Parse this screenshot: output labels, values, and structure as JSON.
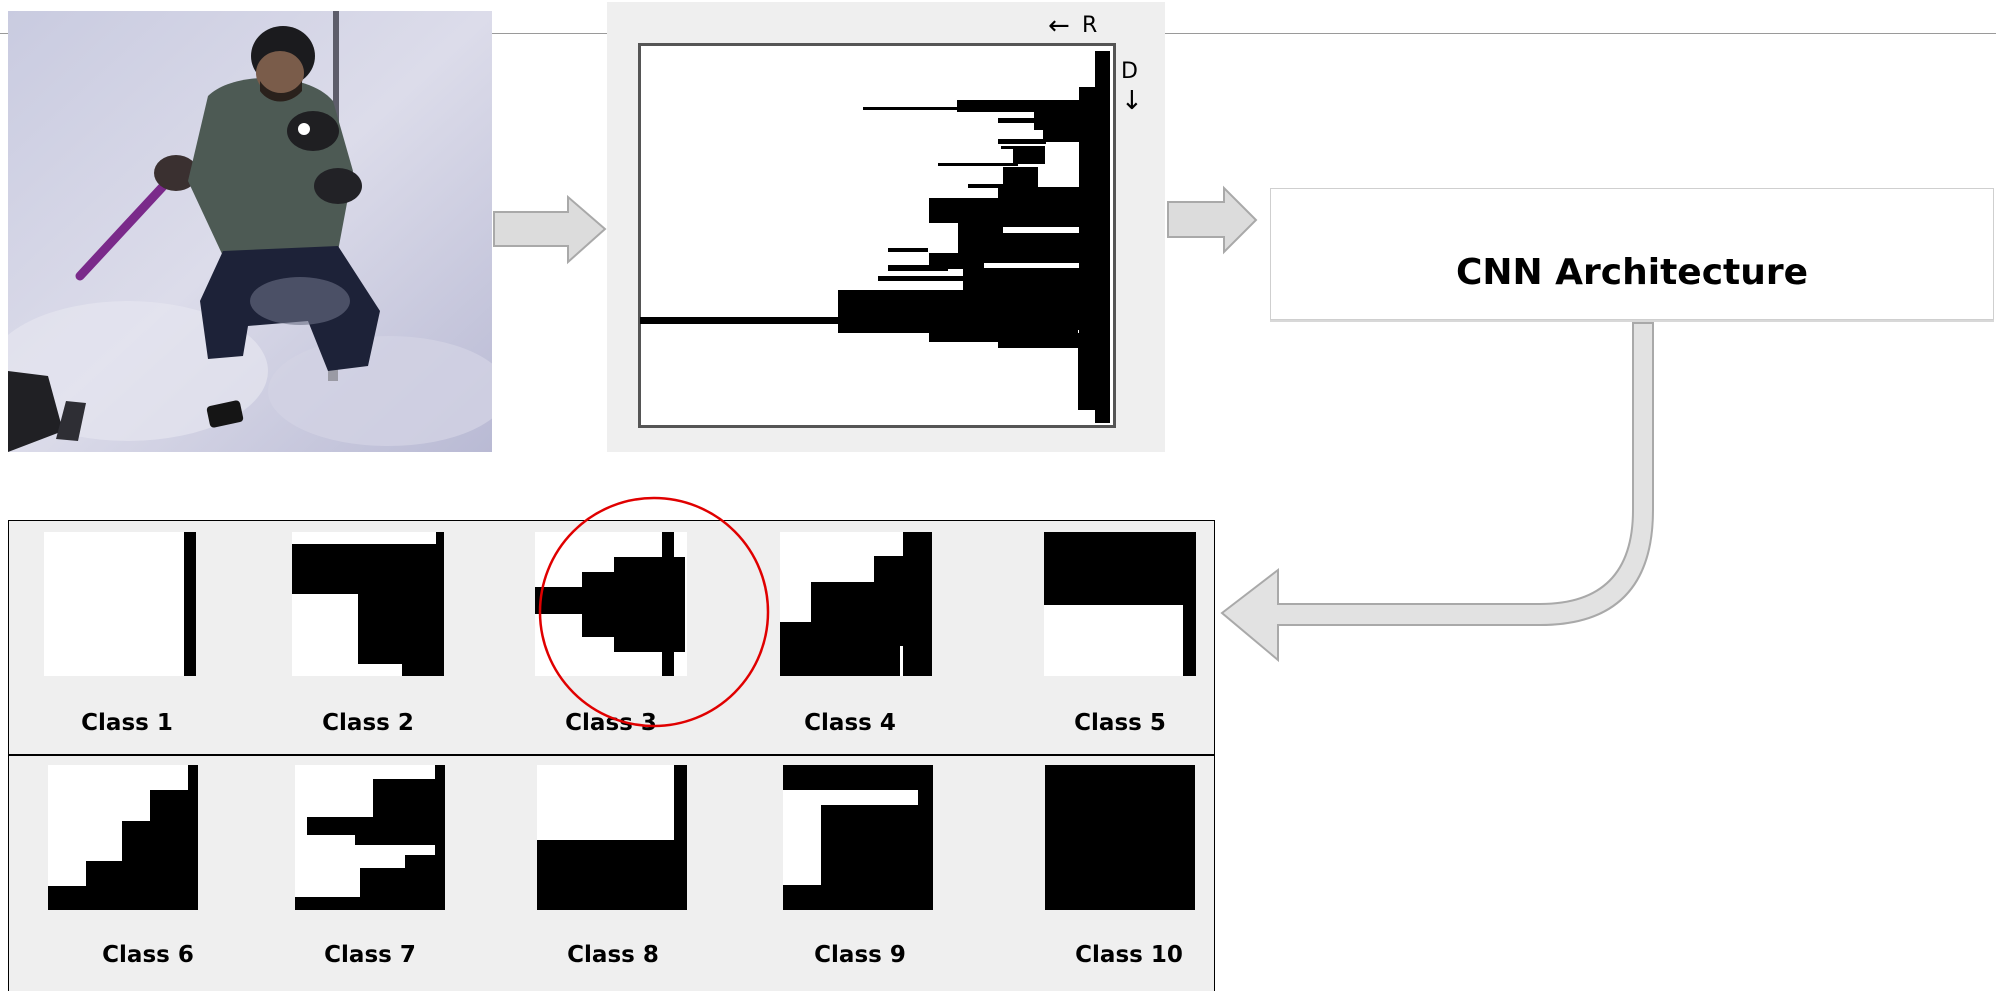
{
  "profile": {
    "right_label": "R",
    "down_label": "D",
    "right_arrow": "←",
    "down_arrow": "↓"
  },
  "cnn": {
    "label": "CNN Architecture"
  },
  "classes": [
    {
      "label": "Class 1"
    },
    {
      "label": "Class 2"
    },
    {
      "label": "Class 3"
    },
    {
      "label": "Class 4"
    },
    {
      "label": "Class 5"
    },
    {
      "label": "Class 6"
    },
    {
      "label": "Class 7"
    },
    {
      "label": "Class 8"
    },
    {
      "label": "Class 9"
    },
    {
      "label": "Class 10"
    }
  ],
  "highlight": {
    "selected_class": "Class 3",
    "color": "#e00000"
  }
}
